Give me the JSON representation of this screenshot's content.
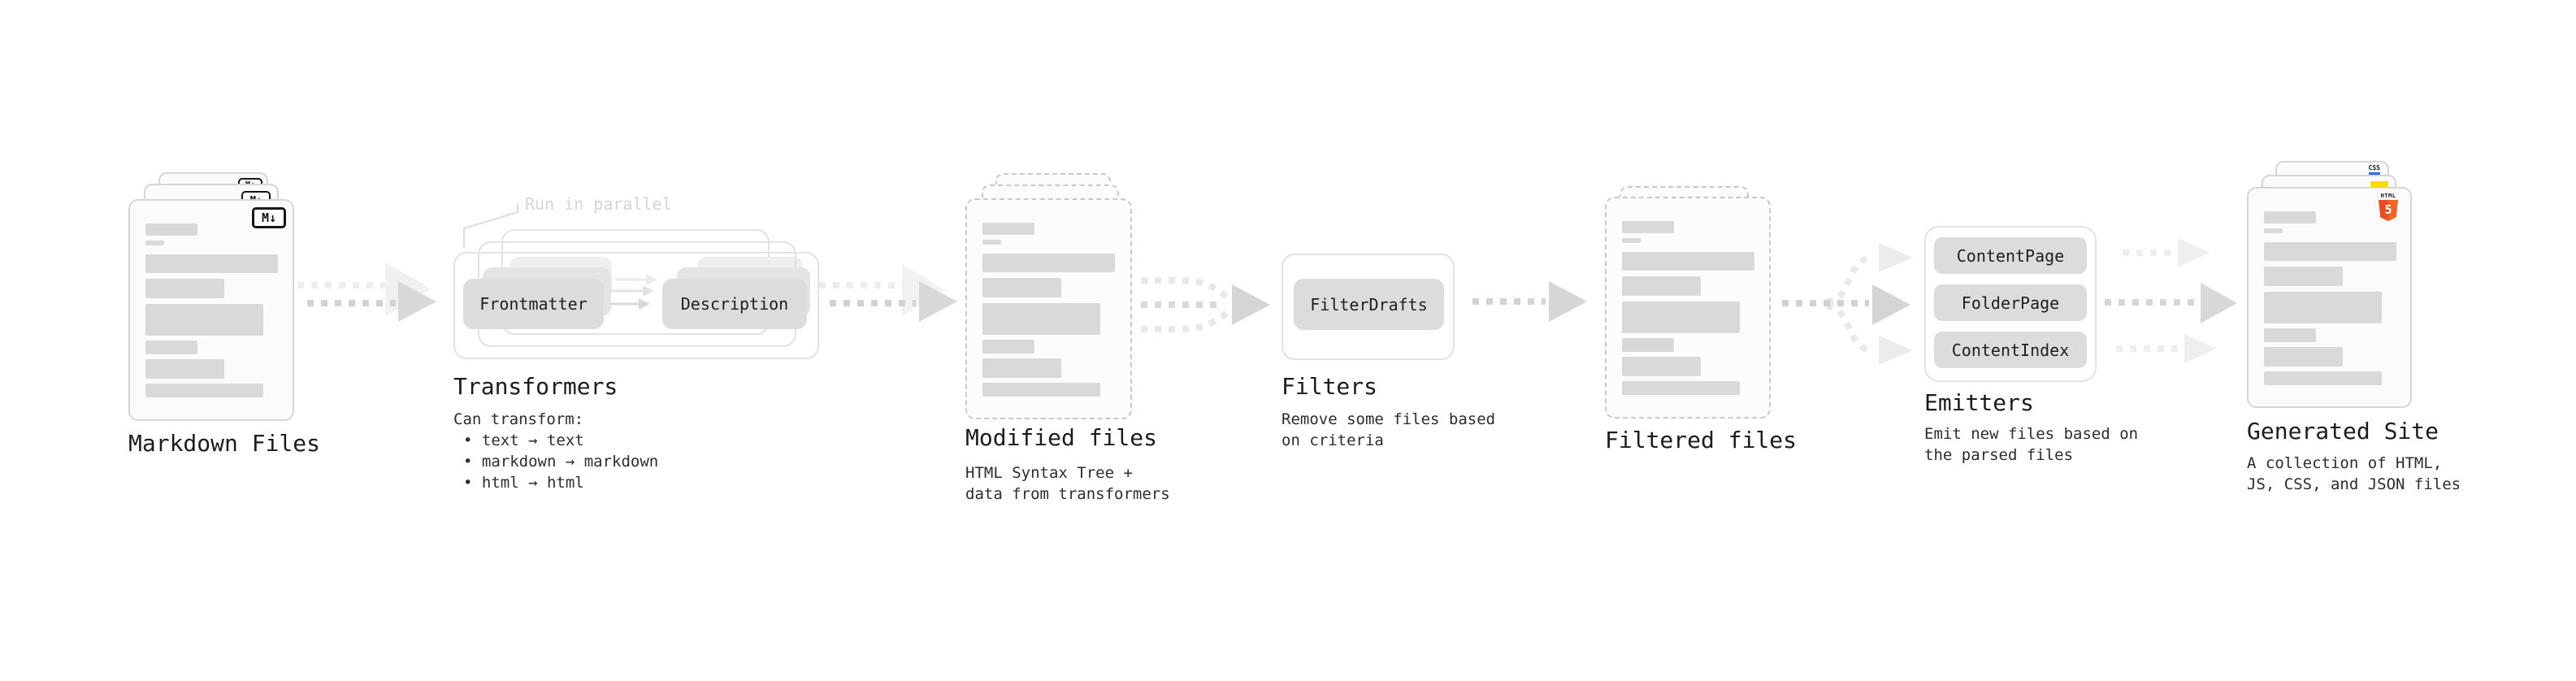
{
  "diagram": {
    "markdown": {
      "label": "Markdown Files",
      "badge": "M↓"
    },
    "transformers": {
      "annotation": "Run in parallel",
      "box1": "Frontmatter",
      "box2": "Description",
      "label": "Transformers",
      "desc1": "Can transform:",
      "desc2": "• text → text",
      "desc3": "• markdown → markdown",
      "desc4": "• html → html"
    },
    "modified": {
      "label": "Modified files",
      "desc1": "HTML Syntax Tree +",
      "desc2": "data from transformers"
    },
    "filters": {
      "box1": "FilterDrafts",
      "label": "Filters",
      "desc1": "Remove some files based",
      "desc2": "on criteria"
    },
    "filtered": {
      "label": "Filtered files"
    },
    "emitters": {
      "box1": "ContentPage",
      "box2": "FolderPage",
      "box3": "ContentIndex",
      "label": "Emitters",
      "desc1": "Emit new files based on",
      "desc2": "the parsed files"
    },
    "generated": {
      "label": "Generated Site",
      "desc1": "A collection of HTML,",
      "desc2": "JS, CSS, and JSON files",
      "css_badge": "CSS",
      "html_logo_text": "HTML",
      "html_logo_number": "5"
    },
    "colors": {
      "html5_orange": "#e44d26",
      "js_yellow": "#ffdc00",
      "css_blue": "#2f6cf1",
      "skeleton_gray": "#d9d9d9",
      "box_gray": "#dcdcdc",
      "arrow_gray": "#d2d2d2"
    }
  }
}
